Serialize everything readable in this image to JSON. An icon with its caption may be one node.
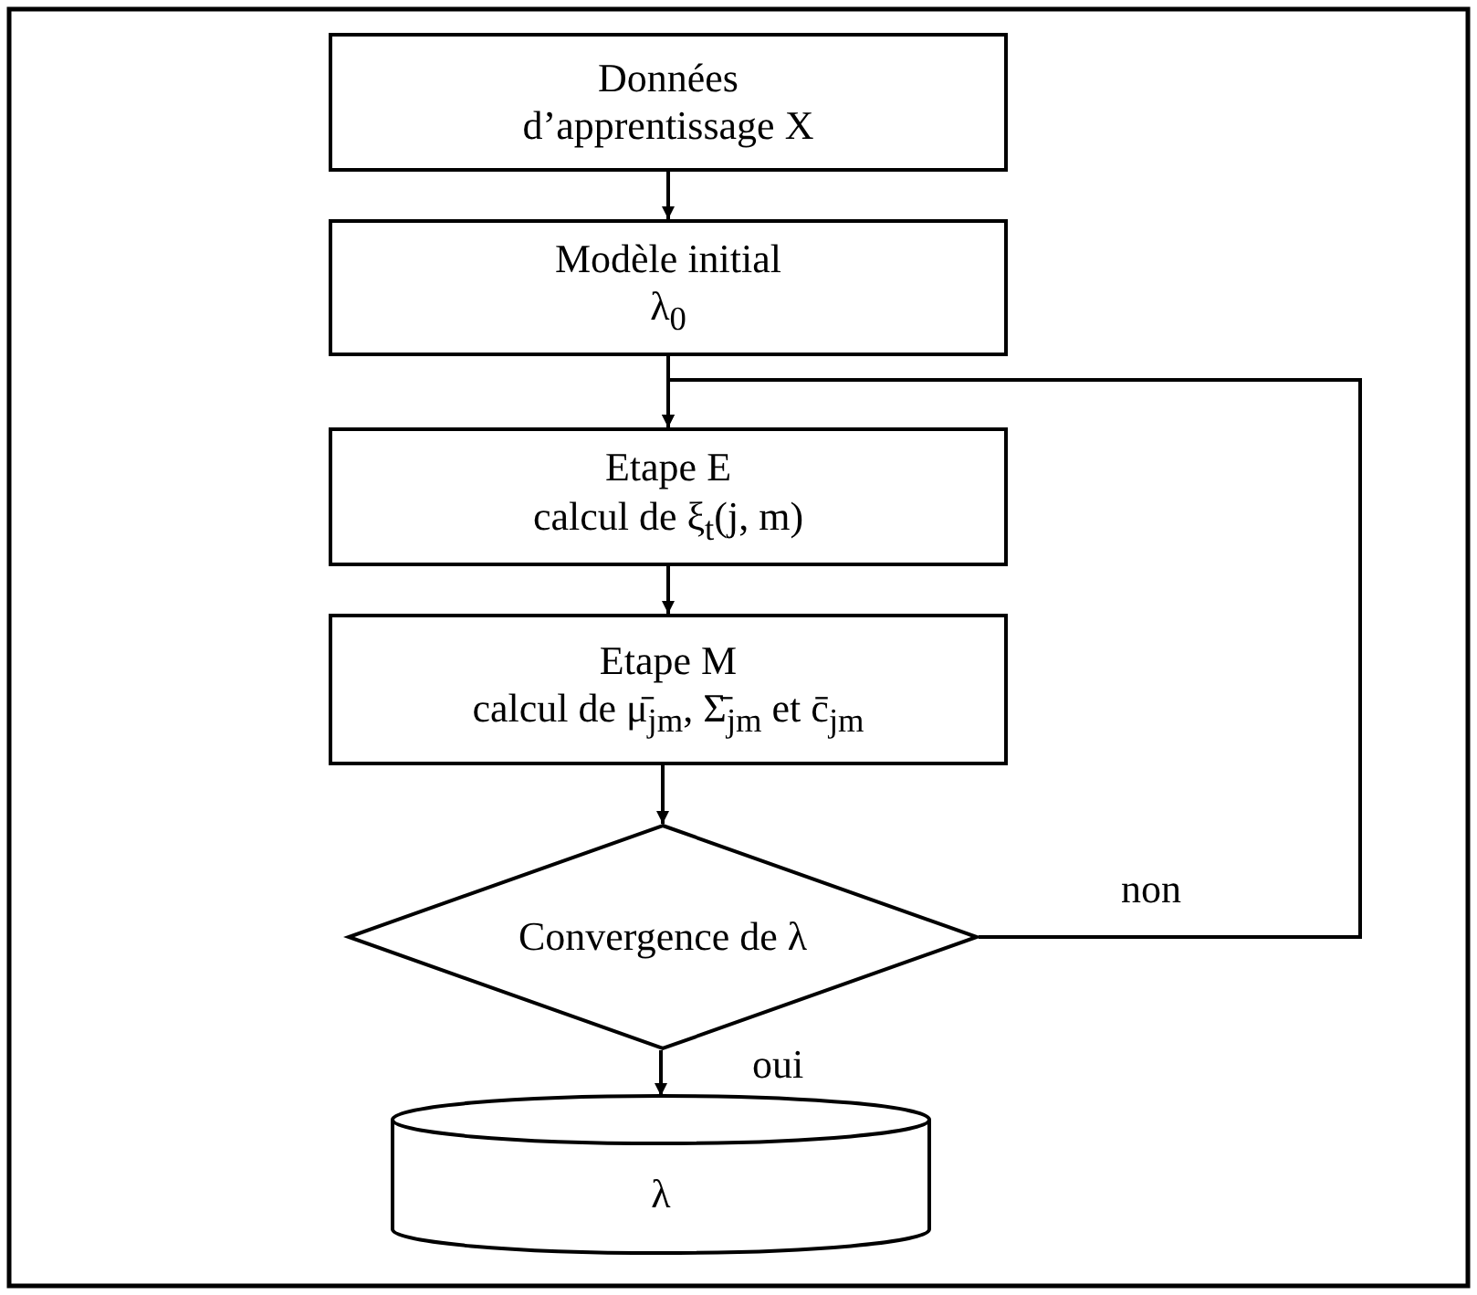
{
  "diagram": {
    "nodes": [
      {
        "text": [
          "Données d’apprentissage X"
        ]
      },
      {
        "text": [
          "Modèle initial",
          "λ$_{0}$"
        ]
      },
      {
        "text": [
          "Etape E",
          "calcul de ξ$_{t}$(j, m)"
        ]
      },
      {
        "text": [
          "Etape M",
          "calcul de μ̄$_{jm}$, Σ̄$_{jm}$ et c̄$_{jm}$"
        ]
      },
      {
        "text": [
          "Convergence de λ"
        ]
      },
      {
        "text": [
          "λ"
        ]
      }
    ],
    "edges": [
      {
        "from": 0,
        "to": 1,
        "arrow": "to"
      },
      {
        "from": 1,
        "to": 2,
        "arrow": "to"
      },
      {
        "from": 2,
        "to": 3,
        "arrow": "to"
      },
      {
        "from": 3,
        "to": 4,
        "arrow": "to"
      },
      {
        "from": 4,
        "to": 2,
        "arrow": "to",
        "label": "non"
      },
      {
        "from": 4,
        "to": 5,
        "arrow": "to",
        "label": "oui"
      }
    ]
  }
}
